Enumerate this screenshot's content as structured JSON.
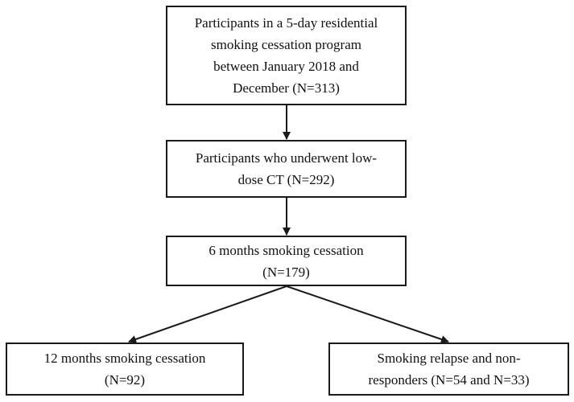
{
  "nodes": {
    "program": {
      "lines": [
        "Participants in a 5-day residential",
        "smoking cessation program",
        "between January 2018 and",
        "December (N=313)"
      ]
    },
    "ct": {
      "lines": [
        "Participants who underwent low-",
        "dose CT (N=292)"
      ]
    },
    "six_months": {
      "lines": [
        "6 months smoking cessation",
        "(N=179)"
      ]
    },
    "twelve_months": {
      "lines": [
        "12 months smoking cessation",
        "(N=92)"
      ]
    },
    "relapse": {
      "lines": [
        "Smoking relapse and non-",
        "responders (N=54 and N=33)"
      ]
    }
  },
  "edges": [
    {
      "from": "program",
      "to": "ct"
    },
    {
      "from": "ct",
      "to": "six_months"
    },
    {
      "from": "six_months",
      "to": "twelve_months"
    },
    {
      "from": "six_months",
      "to": "relapse"
    }
  ],
  "colors": {
    "border": "#1a1a1a",
    "text": "#111111",
    "background": "#ffffff"
  }
}
